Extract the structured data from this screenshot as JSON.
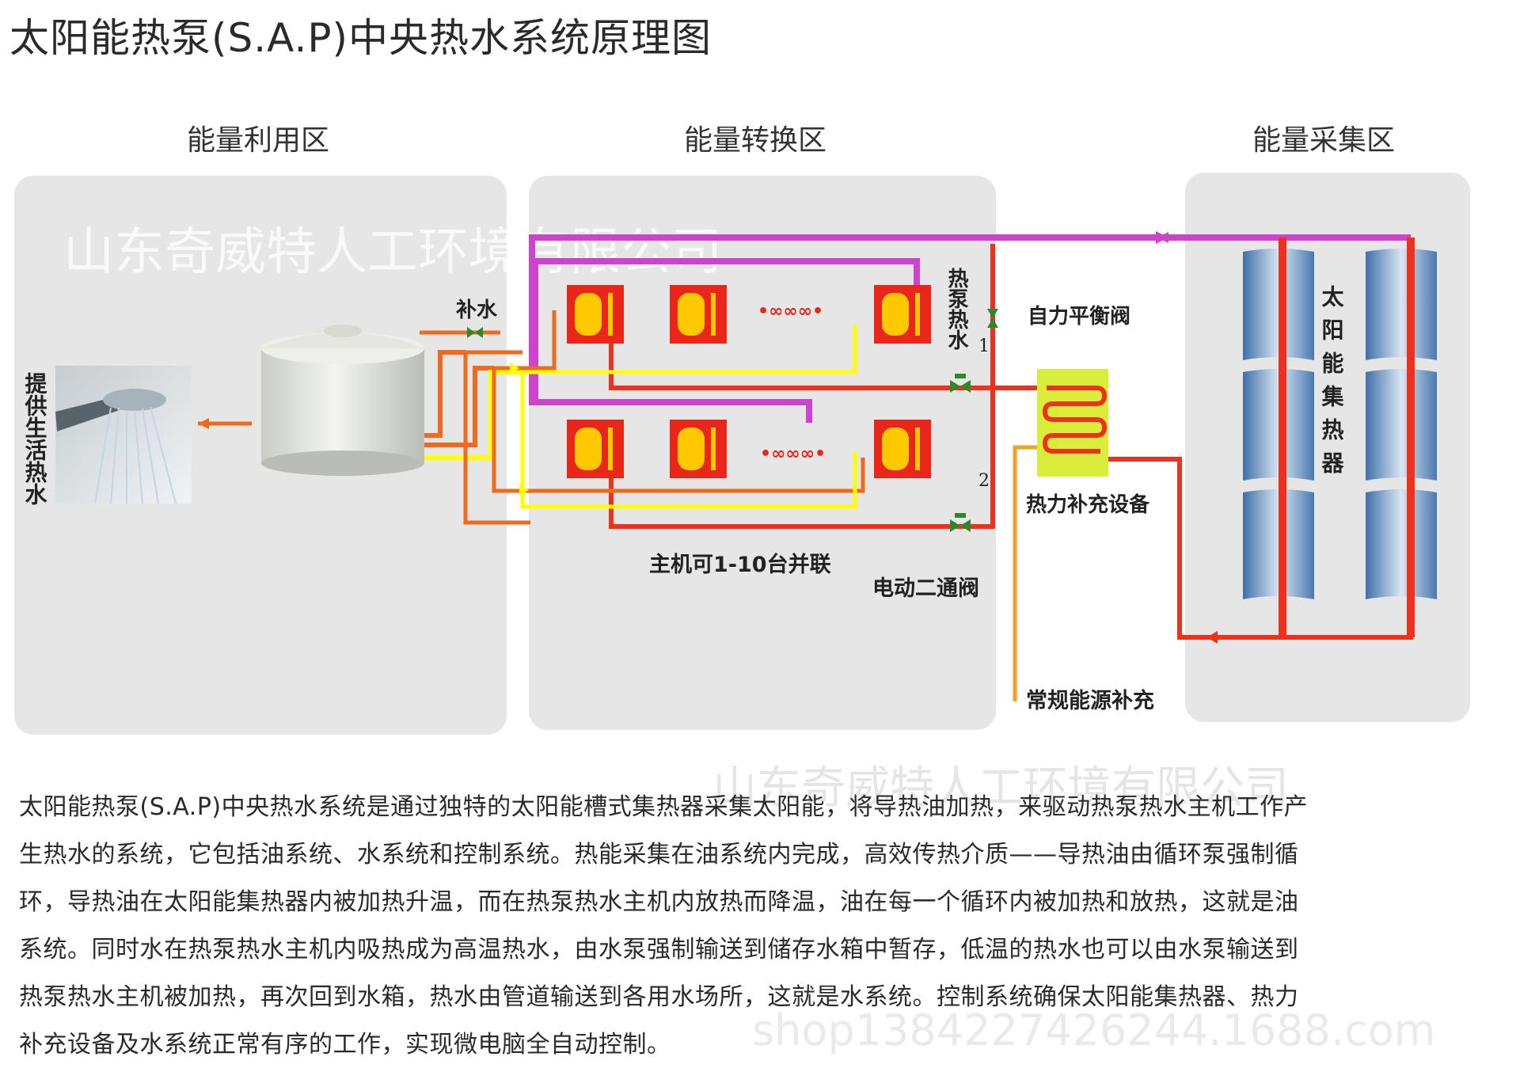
{
  "title": "太阳能热泵(S.A.P)中央热水系统原理图",
  "zones": {
    "utilization": "能量利用区",
    "conversion": "能量转换区",
    "collection": "能量采集区"
  },
  "labels": {
    "supply_hot_water": "提供生活热水",
    "make_up_water": "补水",
    "heat_pump_hot_water": "热泵热水",
    "self_balancing_valve": "自力平衡阀",
    "num_1": "1",
    "num_2": "2",
    "heat_supplement_device": "热力补充设备",
    "hosts_parallel": "主机可1-10台并联",
    "electric_two_way_valve": "电动二通阀",
    "conventional_energy": "常规能源补充",
    "solar_collector": "太阳能集热器"
  },
  "watermarks": {
    "company": "山东奇威特人工环境有限公司",
    "shop": "shop1384227426244.1688.com"
  },
  "colors": {
    "oil_pipe": "#f0301a",
    "water_pipe": "#f06a1e",
    "hot_pipe": "#ffff00",
    "magenta_pipe": "#cc44cc",
    "unit": "#e8261a",
    "unit_core": "#ffc800",
    "coil_bg": "#d8ee3a",
    "zone_bg": "#e6e6e6"
  },
  "description_lines": [
    "太阳能热泵(S.A.P)中央热水系统是通过独特的太阳能槽式集热器采集太阳能，将导热油加热，来驱动热泵热水主机工作产",
    "生热水的系统，它包括油系统、水系统和控制系统。热能采集在油系统内完成，高效传热介质——导热油由循环泵强制循",
    "环，导热油在太阳能集热器内被加热升温，而在热泵热水主机内放热而降温，油在每一个循环内被加热和放热，这就是油",
    "系统。同时水在热泵热水主机内吸热成为高温热水，由水泵强制输送到储存水箱中暂存，低温的热水也可以由水泵输送到",
    "热泵热水主机被加热，再次回到水箱，热水由管道输送到各用水场所，这就是水系统。控制系统确保太阳能集热器、热力",
    "补充设备及水系统正常有序的工作，实现微电脑全自动控制。"
  ]
}
